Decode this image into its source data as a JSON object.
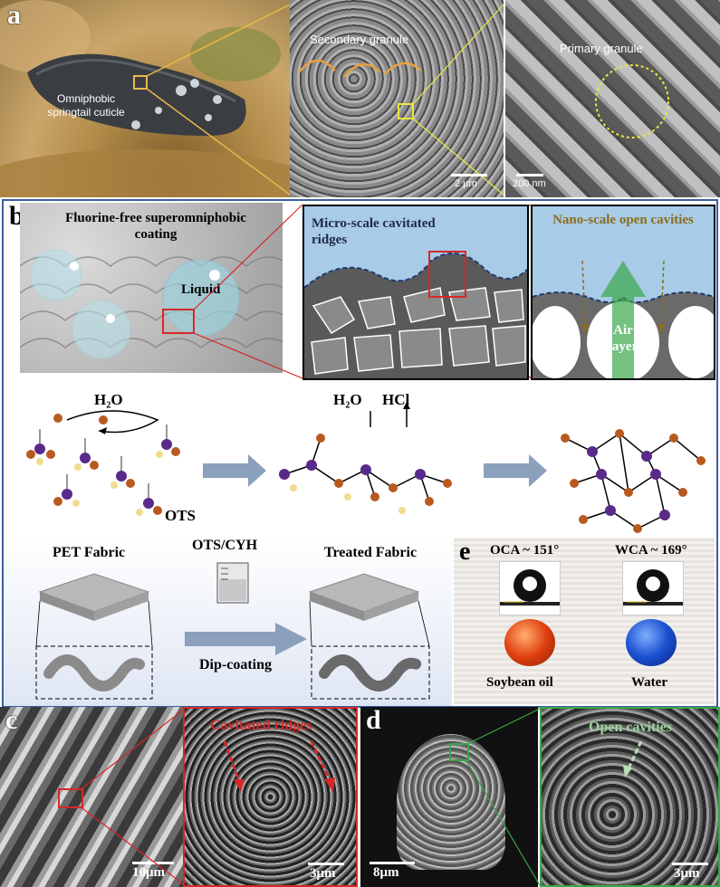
{
  "panel_a": {
    "label": "a",
    "photo_caption": "Omniphobic springtail cuticle",
    "sem1_label": "Secondary granule",
    "sem1_scale": "2 μm",
    "sem2_label": "Primary granule",
    "sem2_scale": "200 nm"
  },
  "panel_b": {
    "label": "b",
    "coating_title": "Fluorine-free superomniphobic coating",
    "liquid_label": "Liquid",
    "ridges_title": "Micro-scale cavitated ridges",
    "cavities_title": "Nano-scale open cavities",
    "air_label": "Air layer",
    "h2o": "H₂O",
    "h2o_2": "H₂O",
    "hcl": "HCl",
    "ots": "OTS",
    "pet_fabric": "PET Fabric",
    "ots_cyh": "OTS/CYH",
    "treated_fabric": "Treated Fabric",
    "dip_coating": "Dip-coating"
  },
  "panel_e": {
    "label": "e",
    "oca": "OCA ~ 151°",
    "wca": "WCA ~ 169°",
    "oil": "Soybean oil",
    "water": "Water"
  },
  "panel_c": {
    "label": "c",
    "ridges": "Cavitated ridges",
    "scale1": "10μm",
    "scale2": "3μm"
  },
  "panel_d": {
    "label": "d",
    "cavities": "Open cavities",
    "scale1": "8μm",
    "scale2": "3μm"
  },
  "colors": {
    "frame_blue": "#3a5f9e",
    "ridge_red": "#d62828",
    "cavity_green": "#3aa64a",
    "nano_gold": "#8a6d1a",
    "arrow_grey": "#8aa0bb"
  }
}
